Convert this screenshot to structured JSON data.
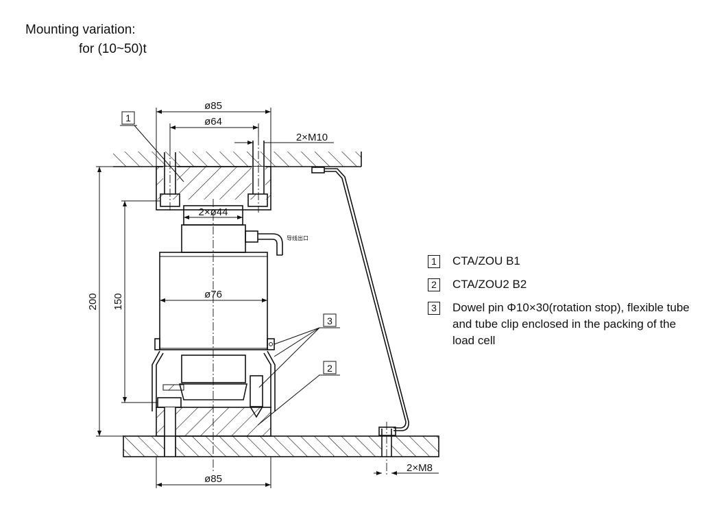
{
  "title": {
    "line1": "Mounting variation:",
    "line2": "for  (10~50)t"
  },
  "dimensions": {
    "top_outer": "ø85",
    "top_inner": "ø64",
    "top_thread": "2×M10",
    "top_cell": "2×ø44",
    "body": "ø76",
    "bottom_outer": "ø85",
    "bottom_thread": "2×M8",
    "height_total": "200",
    "height_cell": "150"
  },
  "cable_outlet_label": "导线出口",
  "callouts": [
    "1",
    "2",
    "3"
  ],
  "legend": [
    {
      "num": "1",
      "text": "CTA/ZOU B1"
    },
    {
      "num": "2",
      "text": "CTA/ZOU2 B2"
    },
    {
      "num": "3",
      "text": "Dowel pin Φ10×30(rotation stop), flexible tube and tube clip enclosed in the packing of the load cell"
    }
  ]
}
